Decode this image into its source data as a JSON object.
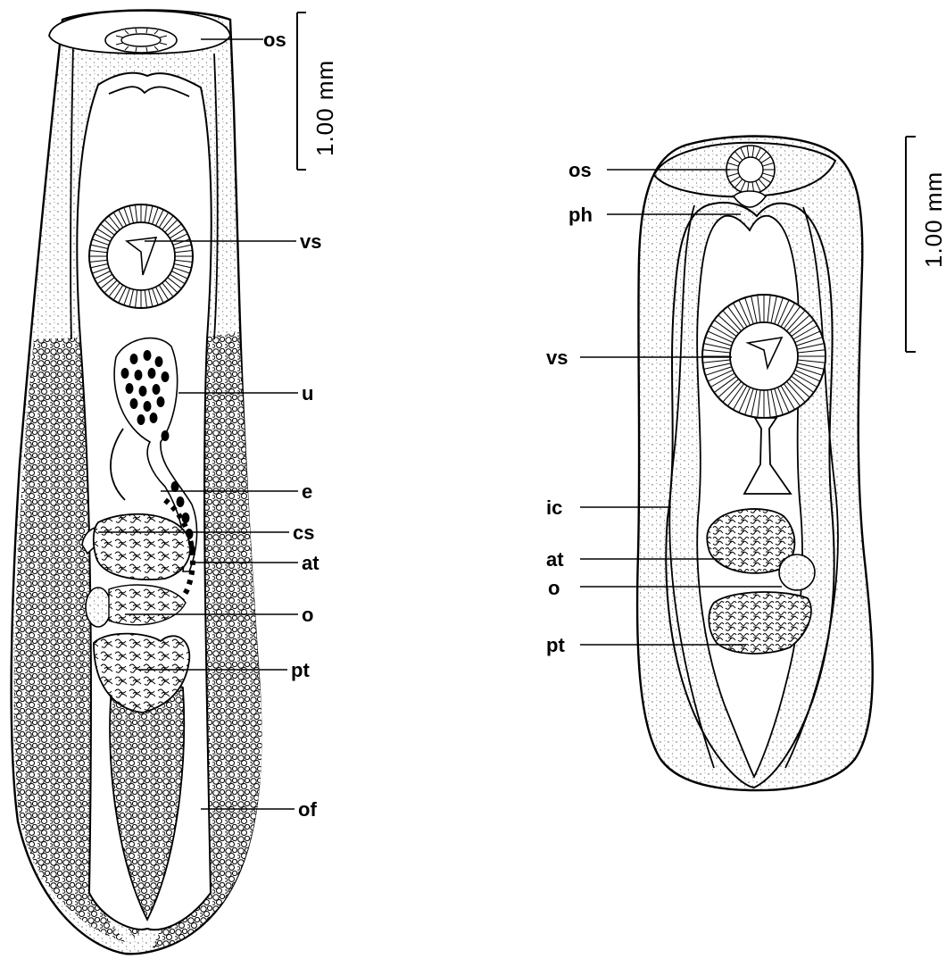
{
  "figure": {
    "left_specimen": {
      "scale_bar": "1.00 mm",
      "labels": [
        "os",
        "vs",
        "u",
        "e",
        "cs",
        "at",
        "o",
        "pt",
        "of"
      ]
    },
    "right_specimen": {
      "scale_bar": "1.00 mm",
      "labels": [
        "os",
        "ph",
        "vs",
        "ic",
        "at",
        "o",
        "pt"
      ]
    }
  }
}
